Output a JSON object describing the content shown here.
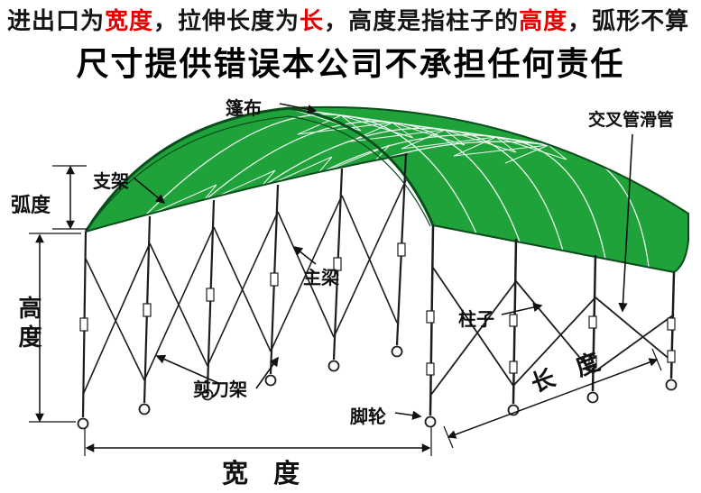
{
  "colors": {
    "highlight_red": "#e60000",
    "canopy_green": "#1fa23a",
    "canopy_edge": "#0a4d1d",
    "frame_dark": "#1d1d1d"
  },
  "header": {
    "line1": {
      "p1": "进出口为",
      "p2": "宽度",
      "p3": "，拉伸长度为",
      "p4": "长",
      "p5": "，高度是指柱子的",
      "p6": "高度",
      "p7": "，弧形不算"
    },
    "line2": "尺寸提供错误本公司不承担任何责任"
  },
  "diagram": {
    "labels": {
      "canopy": "篷布",
      "cross_slide_tube": "交叉管滑管",
      "bracket": "支架",
      "arc_height": "弧度",
      "height": "高度",
      "main_beam": "主梁",
      "pillar": "柱子",
      "scissor_frame": "剪刀架",
      "caster": "脚轮",
      "width": "宽  度",
      "length": "长  度"
    }
  }
}
